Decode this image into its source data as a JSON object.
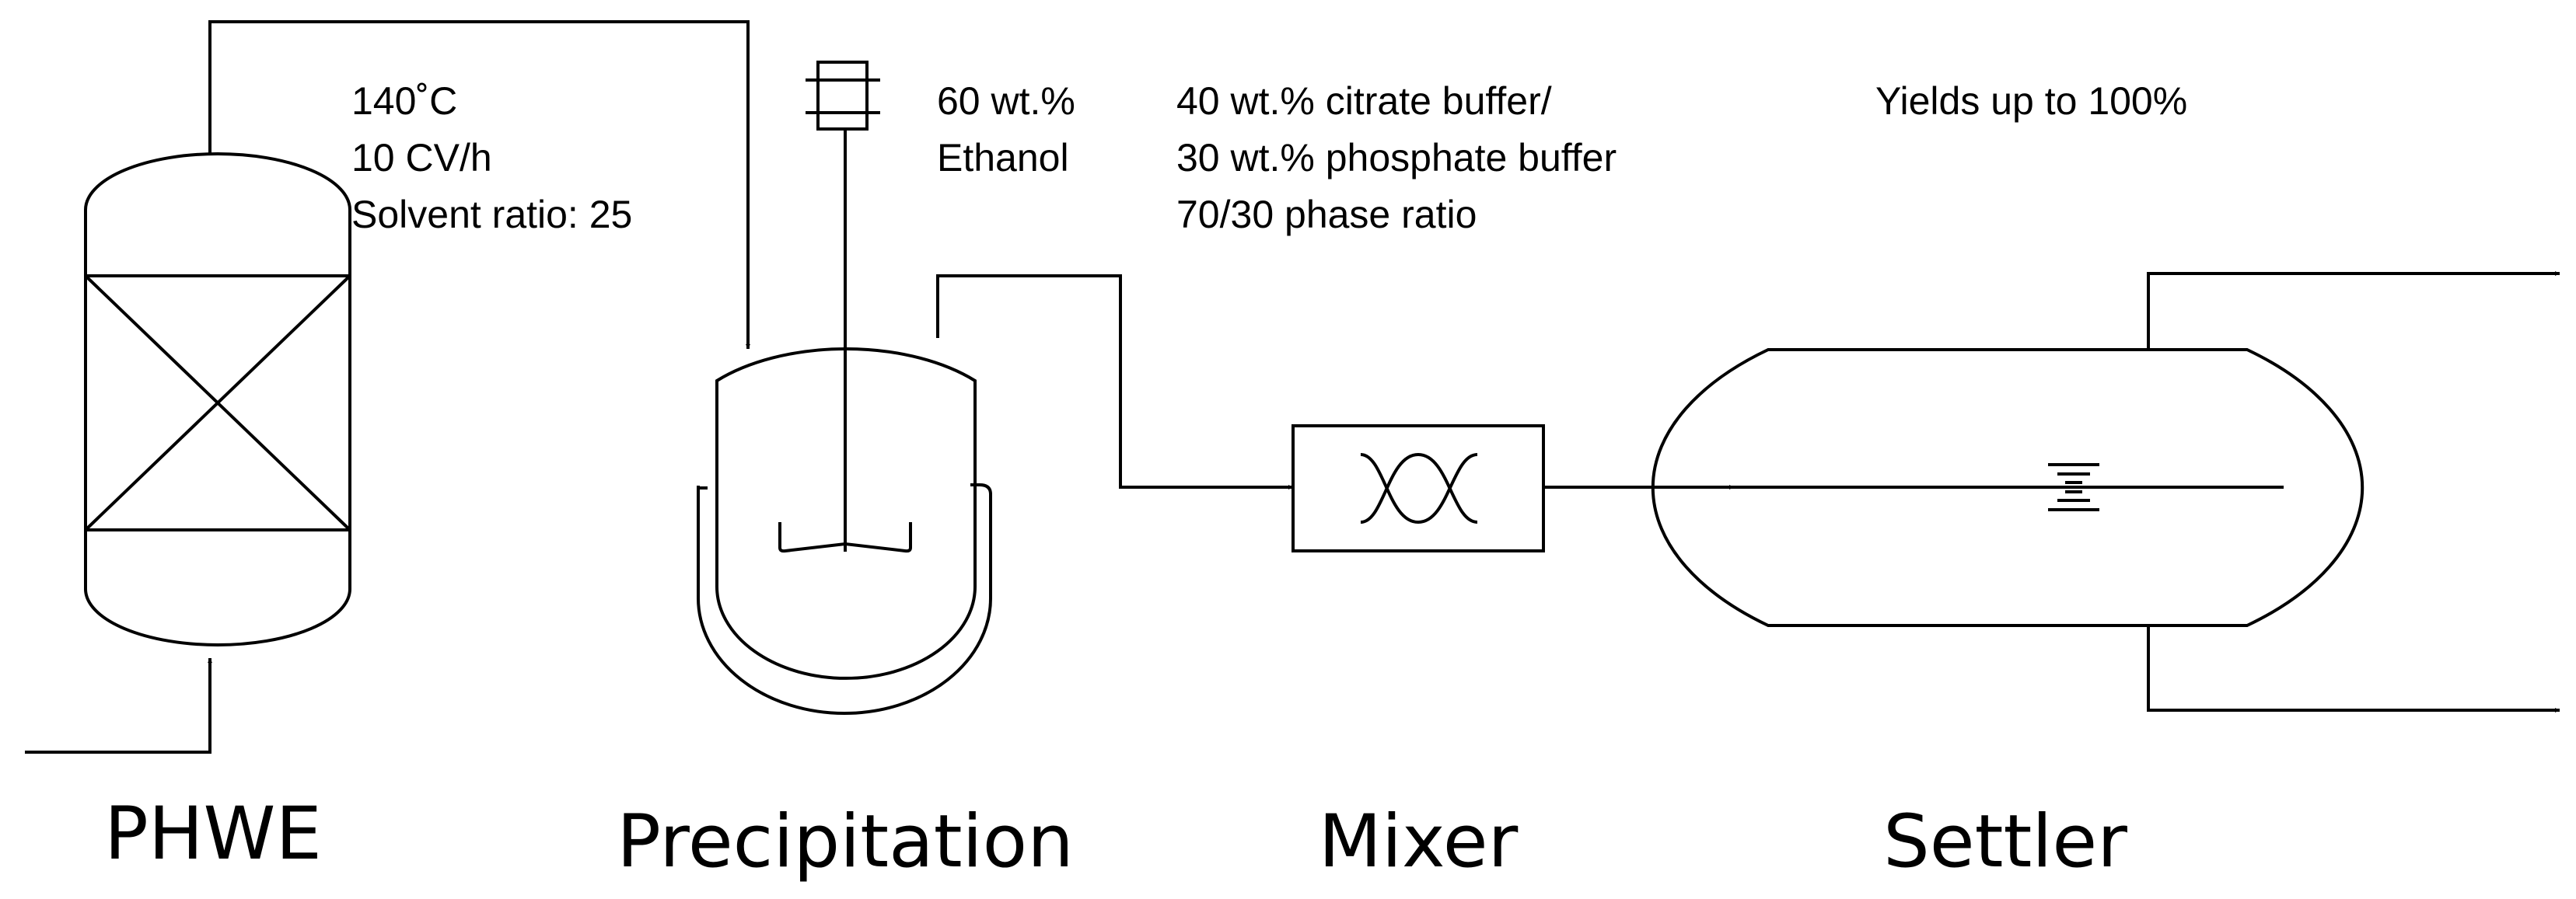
{
  "units": [
    {
      "id": "phwe",
      "label": "PHWE",
      "params": [
        "140˚C",
        "10 CV/h",
        "Solvent ratio: 25"
      ]
    },
    {
      "id": "precipitation",
      "label": "Precipitation",
      "params": [
        "60 wt.%",
        "Ethanol"
      ]
    },
    {
      "id": "mixer",
      "label": "Mixer",
      "params": [
        "40 wt.% citrate buffer/",
        "30 wt.% phosphate buffer",
        "70/30 phase ratio"
      ]
    },
    {
      "id": "settler",
      "label": "Settler",
      "params": [
        "Yields up to 100%"
      ]
    }
  ],
  "colors": {
    "line": "#000000",
    "background": "#ffffff"
  },
  "icons": [
    "packed-column-icon",
    "stirred-tank-icon",
    "static-mixer-icon",
    "settler-vessel-icon",
    "agitator-motor-icon",
    "phase-interface-icon"
  ]
}
